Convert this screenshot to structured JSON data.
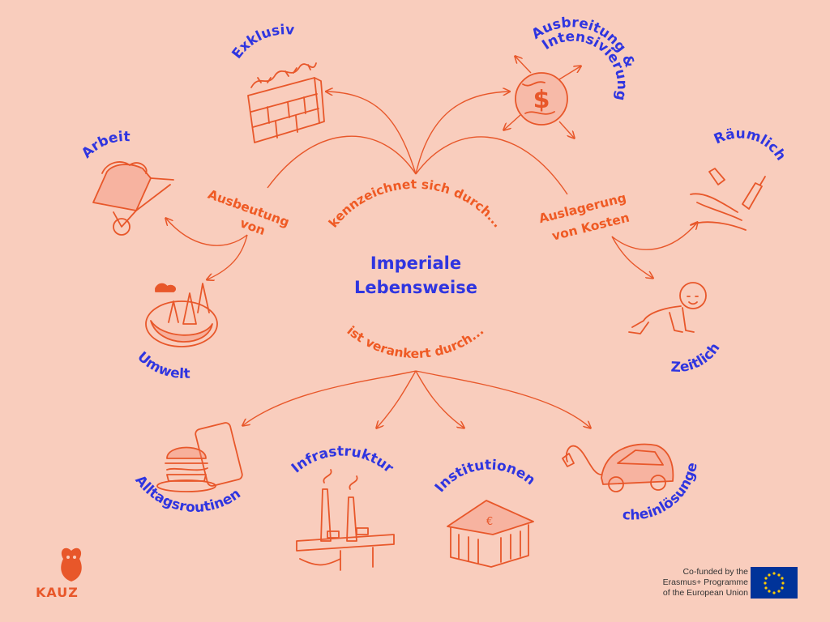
{
  "center": {
    "line1": "Imperiale",
    "line2": "Lebensweise"
  },
  "connectors": {
    "top": "kennzeichnet sich durch...",
    "bottom": "ist verankert durch..."
  },
  "branches": {
    "ausbeutung_line1": "Ausbeutung",
    "ausbeutung_line2": "von",
    "auslagerung_line1": "Auslagerung",
    "auslagerung_line2": "von Kosten"
  },
  "topics": {
    "exklusiv": "Exklusiv",
    "ausbreitung_line1": "Ausbreitung &",
    "ausbreitung_line2": "Intensivierung",
    "arbeit": "Arbeit",
    "umwelt": "Umwelt",
    "raeumlich": "Räumlich",
    "zeitlich": "Zeitlich",
    "alltagsroutinen": "Alltagsroutinen",
    "infrastruktur": "Infrastruktur",
    "institutionen": "Institutionen",
    "scheinloesungen": "Scheinlösungen"
  },
  "footer": {
    "logo": "KAUZ",
    "eu_line1": "Co-funded by the",
    "eu_line2": "Erasmus+ Programme",
    "eu_line3": "of the European Union"
  },
  "colors": {
    "background": "#f9cdbd",
    "blue": "#2f35e0",
    "orange": "#ef5a24",
    "eu_blue": "#003399",
    "eu_star": "#ffcc00"
  },
  "icons": [
    "wall-with-barbed-wire-icon",
    "globe-dollar-icon",
    "wheelbarrow-icon",
    "forest-icon",
    "litter-bottle-icon",
    "crawling-baby-icon",
    "burger-phone-icon",
    "factory-highway-icon",
    "bank-building-icon",
    "electric-car-icon",
    "owl-logo-icon",
    "eu-flag-icon"
  ]
}
